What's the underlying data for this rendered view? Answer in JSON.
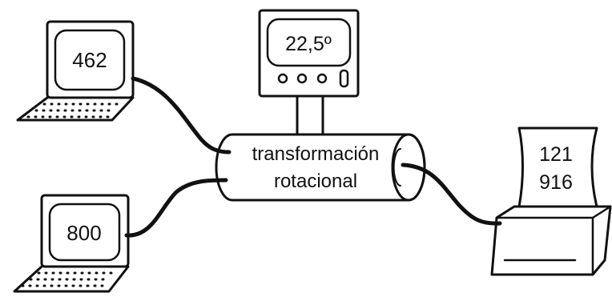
{
  "computer_top": {
    "screen_value": "462"
  },
  "computer_bottom": {
    "screen_value": "800"
  },
  "angle_display": {
    "value": "22,5º"
  },
  "transform_cylinder": {
    "line1": "transformación",
    "line2": "rotacional"
  },
  "printer": {
    "line1": "121",
    "line2": "916"
  },
  "icons": {
    "computer": "laptop-computer-icon",
    "angle_meter": "digital-meter-icon",
    "cylinder": "cylinder-transformer-icon",
    "printer": "printer-icon"
  }
}
